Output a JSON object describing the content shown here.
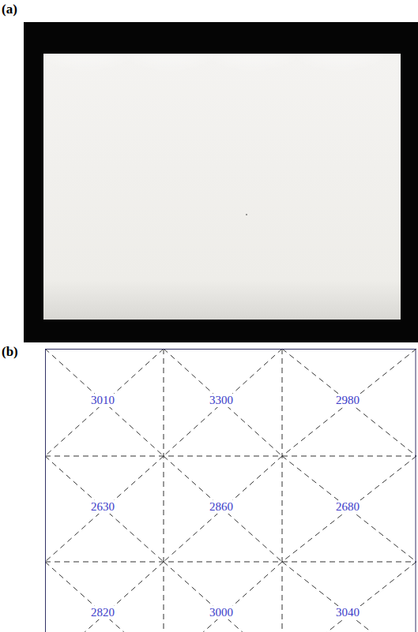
{
  "diagram": {
    "labels": [
      "(a)",
      "(b)",
      "3010",
      "3300",
      "2980",
      "2630",
      "2860",
      "2680",
      "2820",
      "3000",
      "3040"
    ]
  }
}
